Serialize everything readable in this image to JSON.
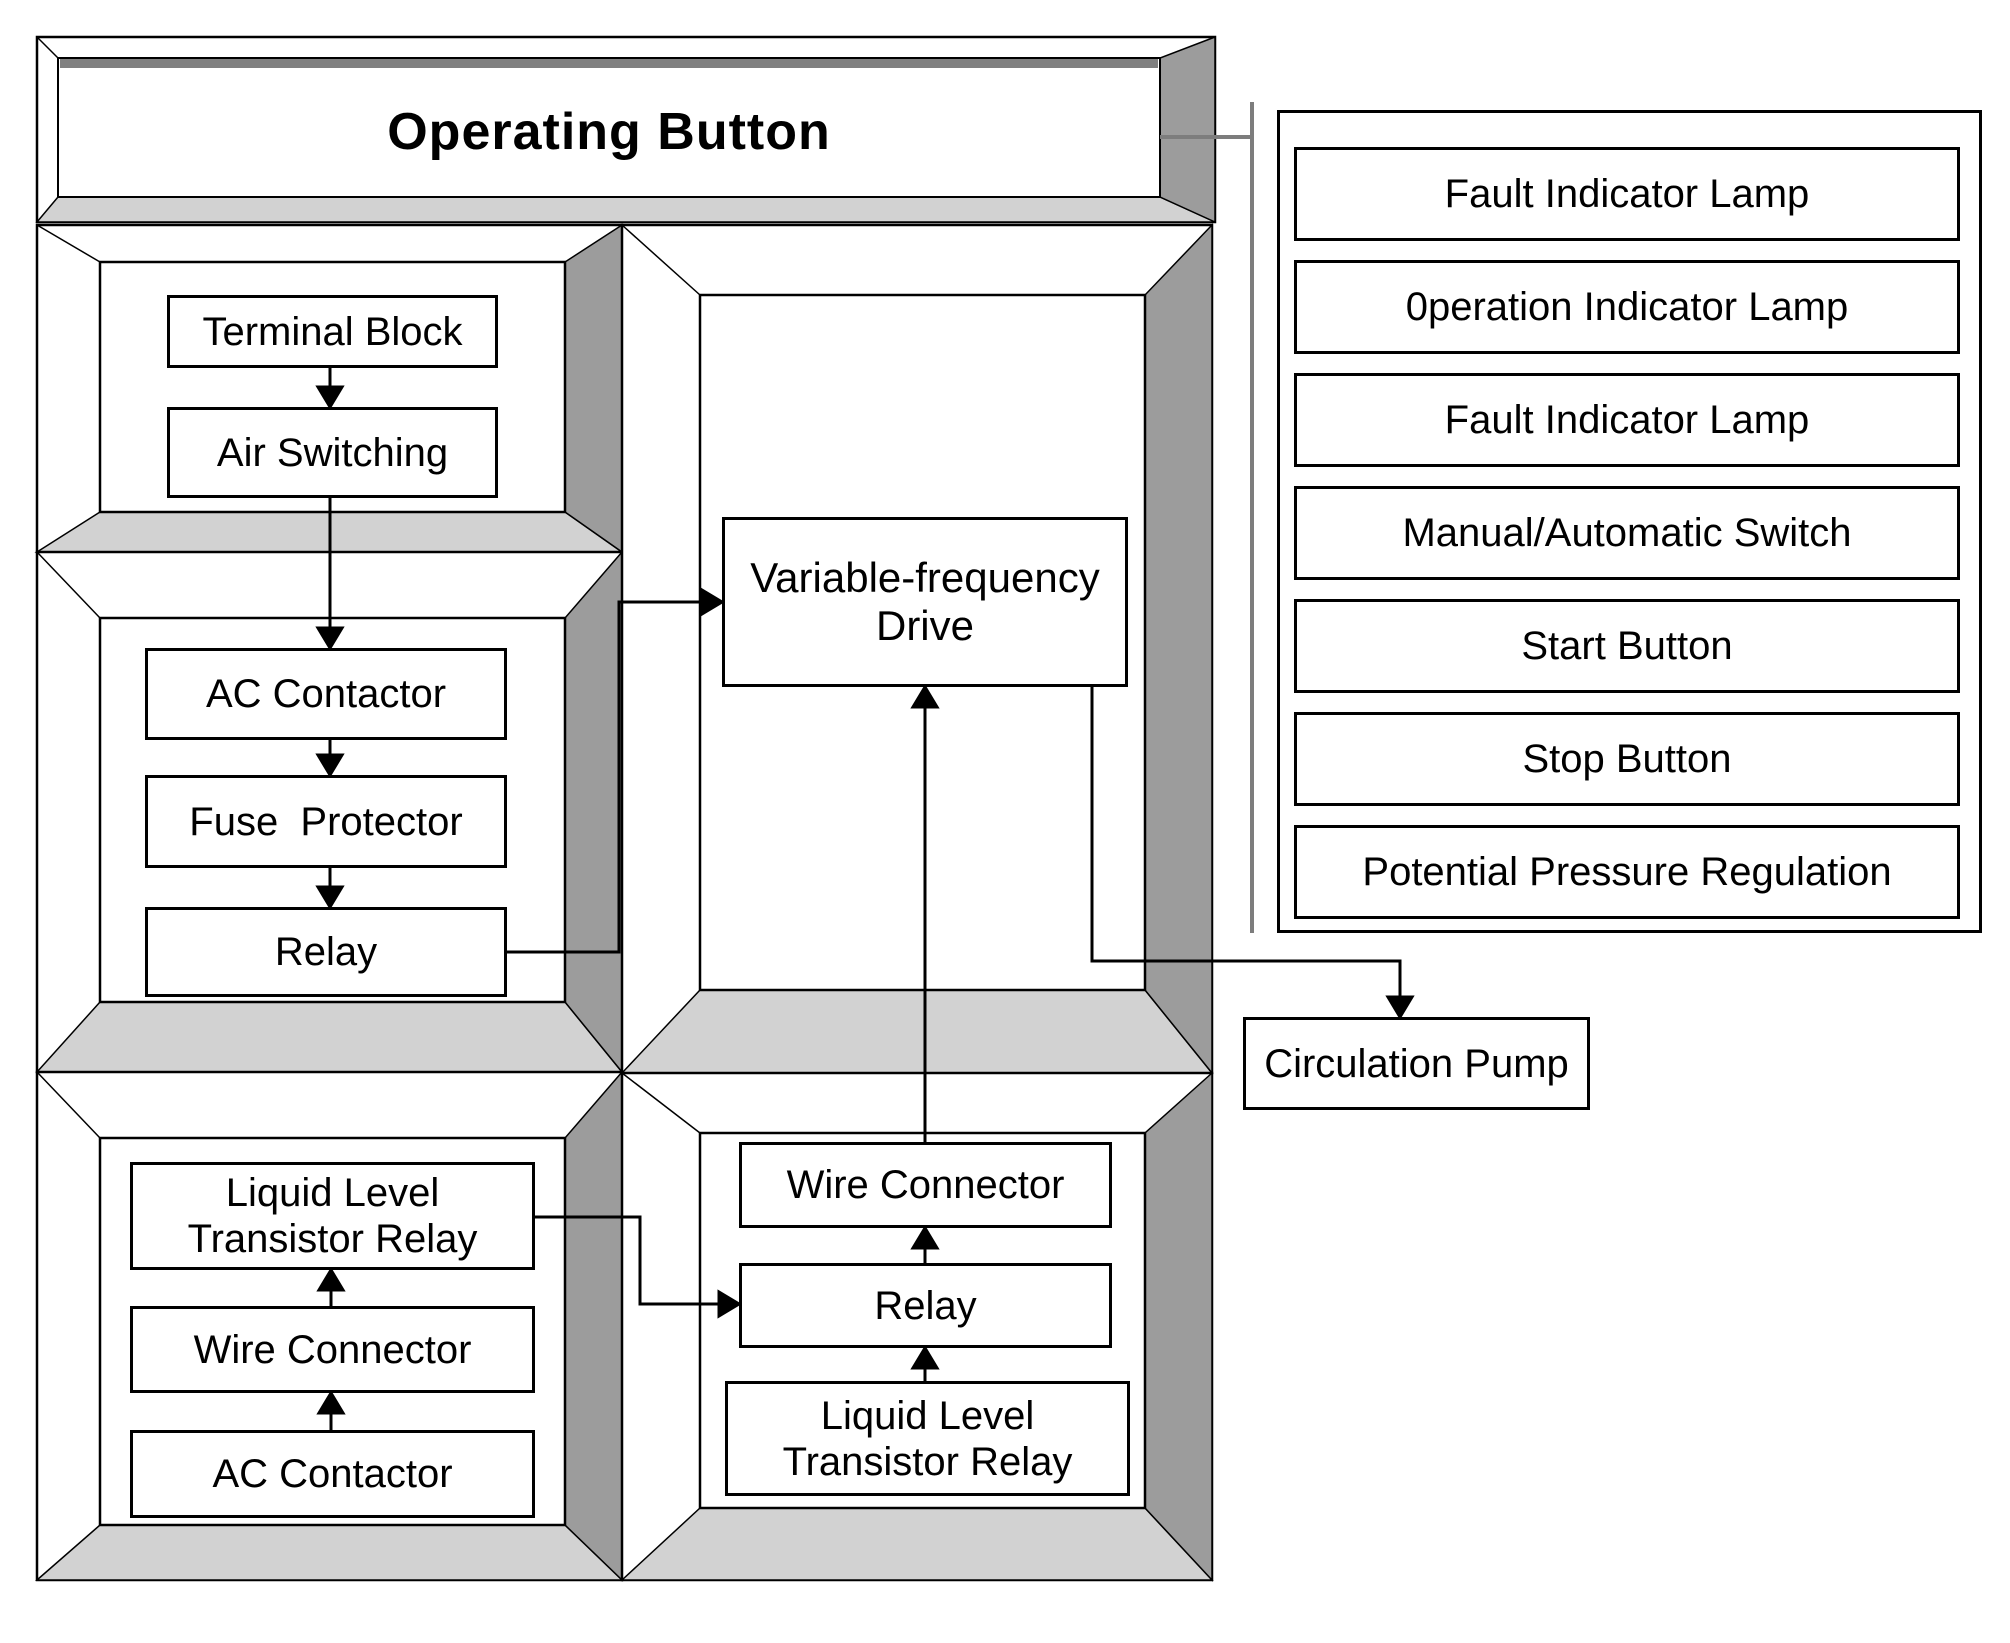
{
  "operating_button": "Operating Button",
  "left_top_panel": {
    "terminal_block": "Terminal Block",
    "air_switching": "Air Switching"
  },
  "left_middle_panel": {
    "ac_contactor": "AC Contactor",
    "fuse_protector": "Fuse  Protector",
    "relay": "Relay"
  },
  "left_bottom_panel": {
    "liquid_level_transistor_relay": "Liquid Level\nTransistor Relay",
    "wire_connector": "Wire Connector",
    "ac_contactor": "AC Contactor"
  },
  "right_top_panel": {
    "variable_frequency_drive": "Variable-frequency\nDrive"
  },
  "right_bottom_panel": {
    "wire_connector": "Wire Connector",
    "relay": "Relay",
    "liquid_level_transistor_relay": "Liquid Level\nTransistor Relay"
  },
  "external": {
    "circulation_pump": "Circulation Pump"
  },
  "operator_panel": {
    "items": [
      "Fault Indicator Lamp",
      "0peration Indicator Lamp",
      "Fault Indicator Lamp",
      "Manual/Automatic Switch",
      "Start Button",
      "Stop Button",
      "Potential Pressure Regulation"
    ]
  },
  "colors": {
    "bevel_light": "#d2d2d2",
    "bevel_dark": "#9c9c9c",
    "inner_top_strip": "#808080",
    "connector_gray": "#7d7d7d",
    "line": "#000000"
  }
}
